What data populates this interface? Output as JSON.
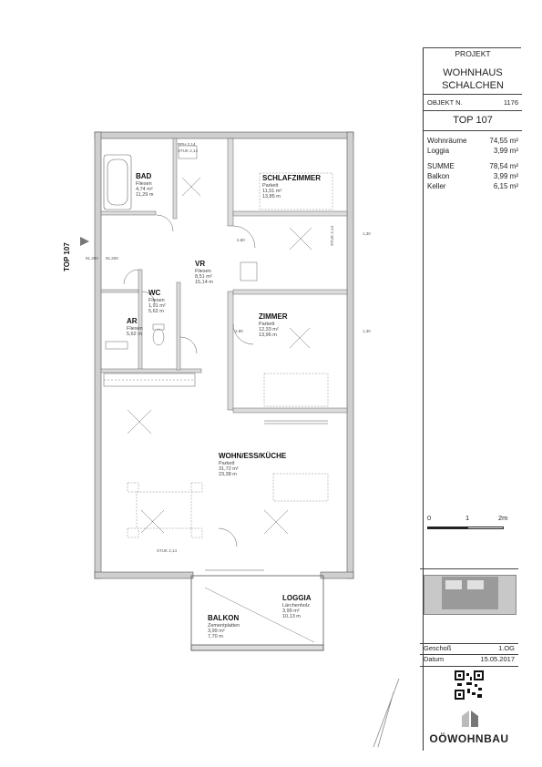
{
  "project": {
    "label": "PROJEKT",
    "name_line1": "WOHNHAUS",
    "name_line2": "SCHALCHEN",
    "objekt_label": "OBJEKT N.",
    "objekt_no": "1176"
  },
  "unit": {
    "name": "TOP 107"
  },
  "areas": [
    {
      "label": "Wohnräume",
      "value": "74,55 m²"
    },
    {
      "label": "Loggia",
      "value": "3,99 m²"
    }
  ],
  "totals": [
    {
      "label": "SUMME",
      "value": "78,54 m²"
    },
    {
      "label": "Balkon",
      "value": "3,99 m²"
    },
    {
      "label": "Keller",
      "value": "6,15 m²"
    }
  ],
  "scale": {
    "t0": "0",
    "t1": "1",
    "t2": "2m"
  },
  "info": [
    {
      "label": "Geschoß",
      "value": "1.OG"
    },
    {
      "label": "Datum",
      "value": "15.05.2017"
    }
  ],
  "brand": "OÖWOHNBAU",
  "plan": {
    "top_label": "TOP 107",
    "rooms": {
      "bad": {
        "name": "BAD",
        "floor": "Fliesen",
        "area": "4,74 m²",
        "perim": "11,29 m"
      },
      "schlafzimmer": {
        "name": "SCHLAFZIMMER",
        "floor": "Parkett",
        "area": "11,51 m²",
        "perim": "13,85 m"
      },
      "vr": {
        "name": "VR",
        "floor": "Fliesen",
        "area": "8,51 m²",
        "perim": "15,14 m"
      },
      "wc": {
        "name": "WC",
        "floor": "Fliesen",
        "area": "1,91 m²",
        "perim": "5,62 m"
      },
      "ar": {
        "name": "AR",
        "floor": "Fliesen",
        "area": "",
        "perim": "5,62 m"
      },
      "zimmer": {
        "name": "ZIMMER",
        "floor": "Parkett",
        "area": "12,33 m²",
        "perim": "13,96 m"
      },
      "wohn": {
        "name": "WOHN/ESS/KÜCHE",
        "floor": "Parkett",
        "area": "31,72 m²",
        "perim": "23,38 m"
      },
      "loggia": {
        "name": "LOGGIA",
        "floor": "Lärchenholz",
        "area": "3,99 m²",
        "perim": "10,13 m"
      },
      "balkon": {
        "name": "BALKON",
        "floor": "Zementplatten",
        "area": "3,99 m²",
        "perim": "7,70 m"
      }
    },
    "dims": {
      "d1": "91,200",
      "d2": "91,200",
      "d3": "RPH 2,14",
      "d4": "STUK 2,14",
      "d5": "STUK 2,14",
      "d6": "STUK 2,14",
      "d7": "2,80",
      "d8": "2,80",
      "d9": "1,30",
      "d10": "1,30"
    }
  }
}
